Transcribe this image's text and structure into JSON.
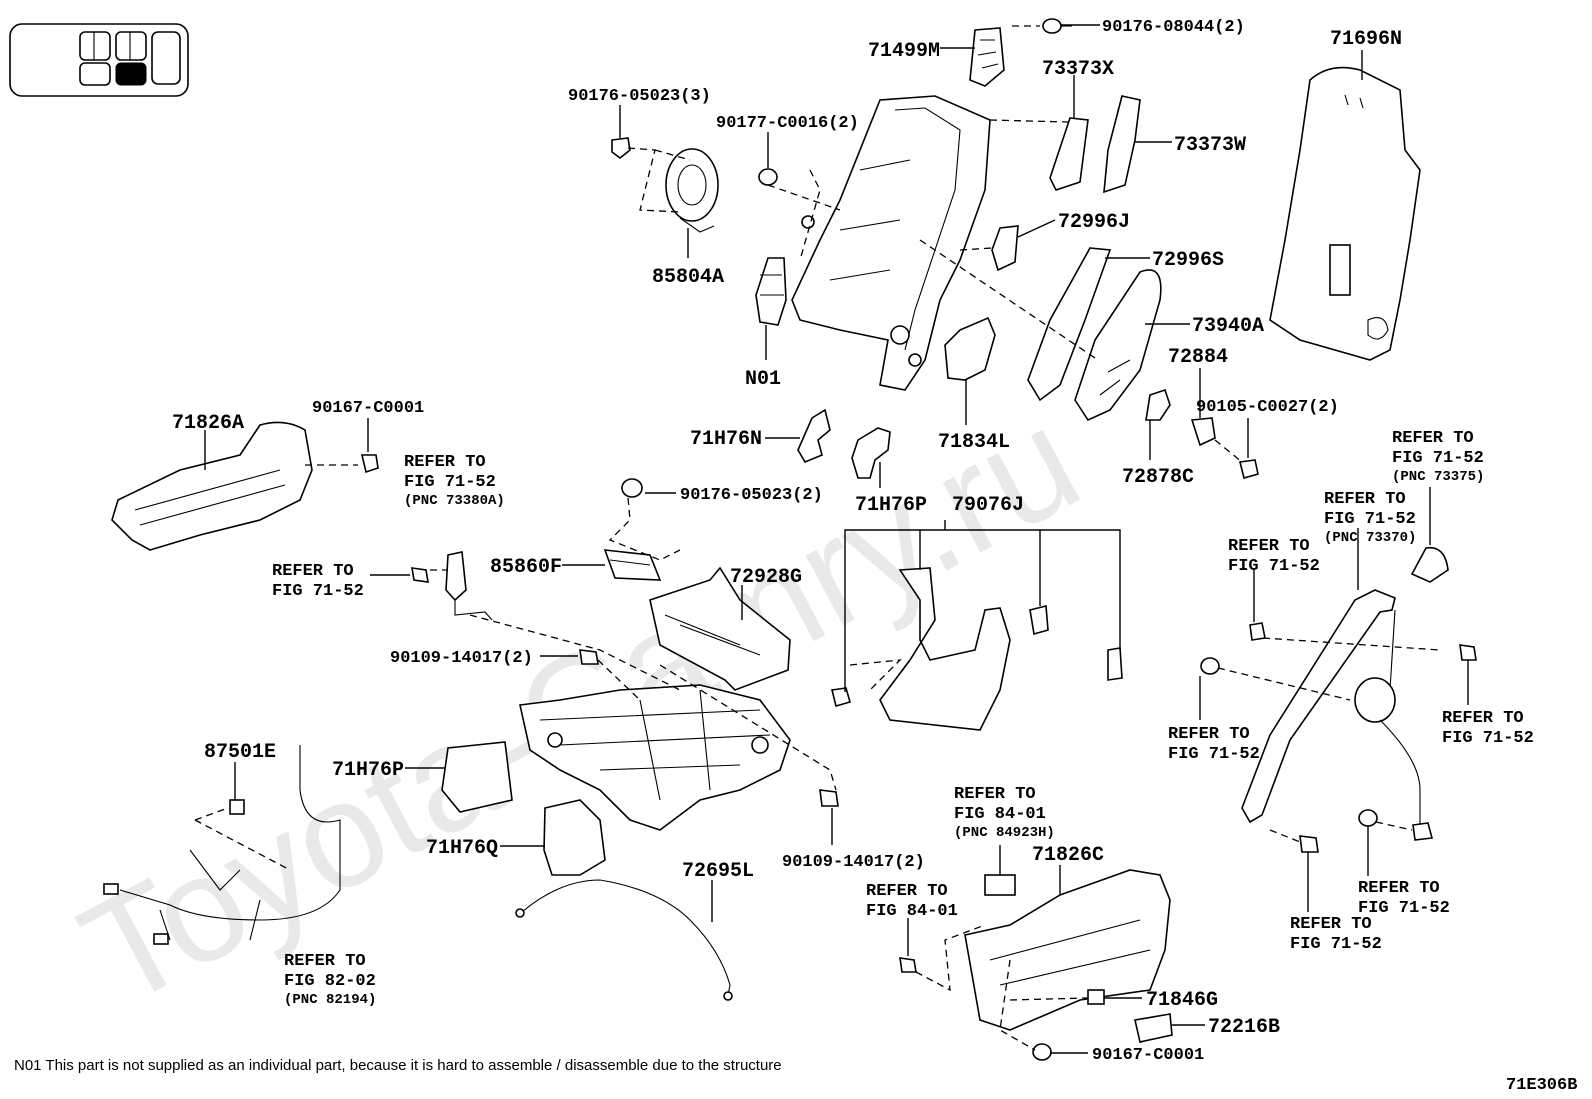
{
  "watermark": "Toyota-Camry.ru",
  "figure_code": "71E306B",
  "footnote": "N01 This part is not supplied as an individual part, because it is hard to assemble / disassemble due to the structure",
  "parts": {
    "p71499M": "71499M",
    "p90176_08044": "90176-08044(2)",
    "p71696N": "71696N",
    "p73373X": "73373X",
    "p73373W": "73373W",
    "p90176_05023_3": "90176-05023(3)",
    "p90177_C0016": "90177-C0016(2)",
    "p72996J": "72996J",
    "p72996S": "72996S",
    "p85804A": "85804A",
    "p73940A": "73940A",
    "pN01": "N01",
    "p72884": "72884",
    "p90105_C0027": "90105-C0027(2)",
    "p71834L": "71834L",
    "p72878C": "72878C",
    "p71H76N": "71H76N",
    "p71H76P_top": "71H76P",
    "p79076J": "79076J",
    "p71826A": "71826A",
    "p90167_C0001_top": "90167-C0001",
    "p90176_05023_2": "90176-05023(2)",
    "p85860F": "85860F",
    "p72928G": "72928G",
    "p90109_14017_a": "90109-14017(2)",
    "p87501E": "87501E",
    "p71H76P_mid": "71H76P",
    "p71H76Q": "71H76Q",
    "p72695L": "72695L",
    "p90109_14017_b": "90109-14017(2)",
    "p71826C": "71826C",
    "p71846G": "71846G",
    "p72216B": "72216B",
    "p90167_C0001_bot": "90167-C0001"
  },
  "refs": {
    "r1": [
      "REFER TO",
      "FIG 71-52",
      "(PNC 73380A)"
    ],
    "r2": [
      "REFER TO",
      "FIG 71-52"
    ],
    "r3": [
      "REFER TO",
      "FIG 71-52",
      "(PNC 73375)"
    ],
    "r4": [
      "REFER TO",
      "FIG 71-52",
      "(PNC 73370)"
    ],
    "r5": [
      "REFER TO",
      "FIG 71-52"
    ],
    "r6": [
      "REFER TO",
      "FIG 71-52"
    ],
    "r7": [
      "REFER TO",
      "FIG 71-52"
    ],
    "r8": [
      "REFER TO",
      "FIG 71-52"
    ],
    "r9": [
      "REFER TO",
      "FIG 71-52"
    ],
    "r10": [
      "REFER TO",
      "FIG 84-01",
      "(PNC 84923H)"
    ],
    "r11": [
      "REFER TO",
      "FIG 84-01"
    ],
    "r12": [
      "REFER TO",
      "FIG 82-02",
      "(PNC 82194)"
    ]
  }
}
